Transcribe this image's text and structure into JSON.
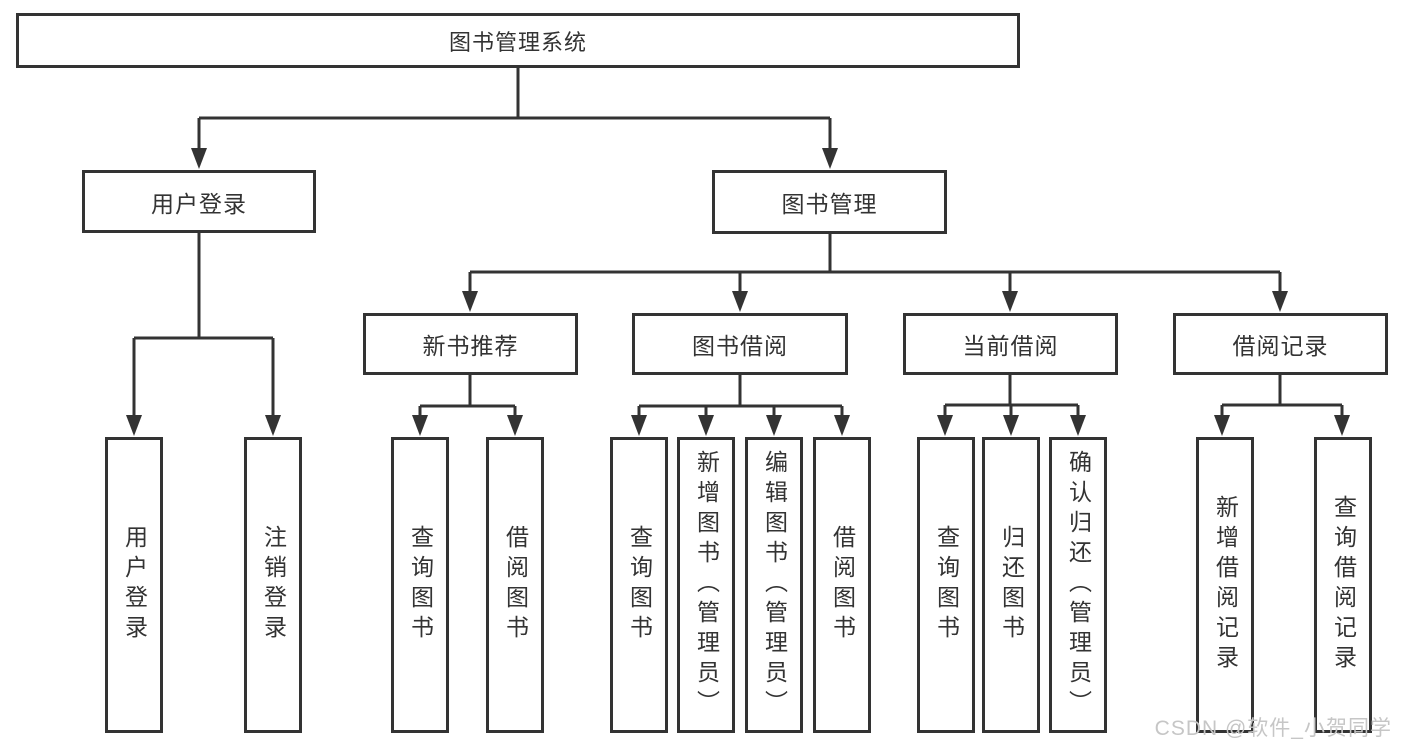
{
  "tree": {
    "label": "图书管理系统",
    "children": [
      {
        "label": "用户登录",
        "children": [
          {
            "label": "用户登录"
          },
          {
            "label": "注销登录"
          }
        ]
      },
      {
        "label": "图书管理",
        "children": [
          {
            "label": "新书推荐",
            "children": [
              {
                "label": "查询图书"
              },
              {
                "label": "借阅图书"
              }
            ]
          },
          {
            "label": "图书借阅",
            "children": [
              {
                "label": "查询图书"
              },
              {
                "label": "新增图书（管理员）"
              },
              {
                "label": "编辑图书（管理员）"
              },
              {
                "label": "借阅图书"
              }
            ]
          },
          {
            "label": "当前借阅",
            "children": [
              {
                "label": "查询图书"
              },
              {
                "label": "归还图书"
              },
              {
                "label": "确认归还（管理员）"
              }
            ]
          },
          {
            "label": "借阅记录",
            "children": [
              {
                "label": "新增借阅记录"
              },
              {
                "label": "查询借阅记录"
              }
            ]
          }
        ]
      }
    ]
  },
  "watermark": "CSDN @软件_小贺同学",
  "colors": {
    "line": "#333333",
    "box_border": "#333333",
    "text": "#333333",
    "watermark_text": "#c6c6c6",
    "background": "#ffffff"
  }
}
